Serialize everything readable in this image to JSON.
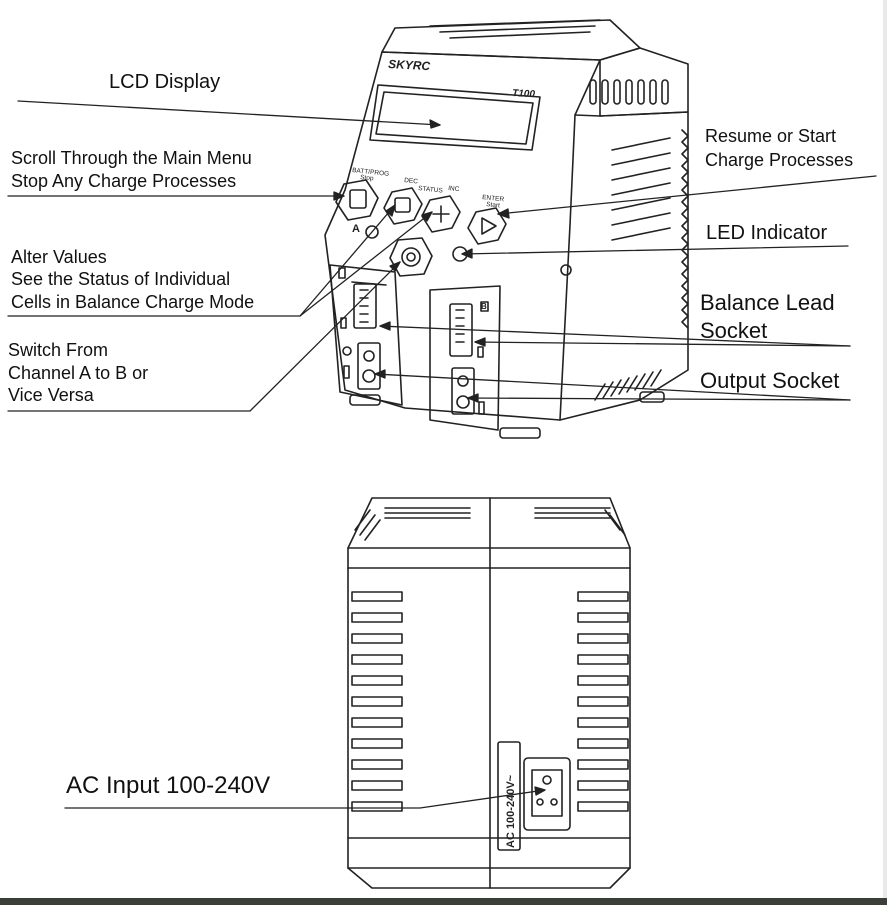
{
  "labels": {
    "lcd": "LCD Display",
    "scroll_1": "Scroll Through the Main Menu",
    "scroll_2": "Stop Any Charge Processes",
    "alter_1": "Alter Values",
    "alter_2": "See the Status of Individual",
    "alter_3": "Cells in Balance Charge Mode",
    "switch_1": "Switch From",
    "switch_2": "Channel A to B or",
    "switch_3": "Vice Versa",
    "resume_1": "Resume or Start",
    "resume_2": "Charge Processes",
    "led": "LED Indicator",
    "balance_1": "Balance Lead",
    "balance_2": "Socket",
    "output": "Output Socket",
    "ac": "AC Input 100-240V"
  },
  "device": {
    "brand": "SKYRC",
    "model": "T100",
    "btn_battprog": "BATT/PROG",
    "btn_stop": "Stop",
    "btn_dec": "DEC",
    "btn_status": "STATUS",
    "btn_inc": "INC",
    "btn_enter": "ENTER",
    "btn_start": "Start",
    "channel_a": "A",
    "channel_b": "B",
    "ac_rating": "AC 100-240V~"
  },
  "colors": {
    "line": "#222222",
    "background": "#ffffff",
    "bottom_bar": "#3a3f38"
  }
}
